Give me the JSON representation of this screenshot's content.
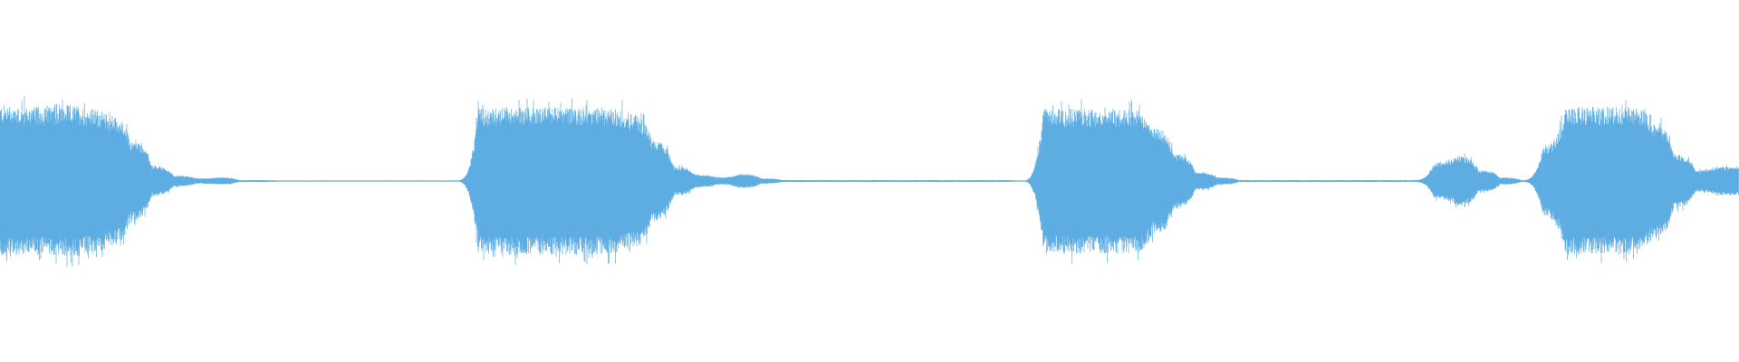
{
  "chart_data": {
    "type": "area",
    "title": "",
    "xlabel": "",
    "ylabel": "",
    "ylim": [
      -1,
      1
    ],
    "grid": false,
    "legend": "none",
    "color": "#5dade2",
    "series": [
      {
        "values": [
          0.42,
          0.41,
          0.41,
          0.42,
          0.4,
          0.36,
          0.22,
          0.08,
          0.03,
          0.015,
          0.02,
          0.005,
          0.005,
          0.0,
          0.003,
          0.003,
          0.003,
          0.003,
          0.003,
          0.003,
          0.003,
          0.003,
          0.4,
          0.41,
          0.41,
          0.41,
          0.41,
          0.41,
          0.4,
          0.37,
          0.22,
          0.08,
          0.035,
          0.02,
          0.04,
          0.015,
          0.005,
          0.005,
          0.005,
          0.005,
          0.005,
          0.005,
          0.005,
          0.005,
          0.005,
          0.005,
          0.005,
          0.0,
          0.4,
          0.4,
          0.4,
          0.4,
          0.4,
          0.3,
          0.15,
          0.05,
          0.02,
          0.005,
          0.005,
          0.005,
          0.005,
          0.005,
          0.005,
          0.005,
          0.005,
          0.005,
          0.1,
          0.14,
          0.06,
          0.02,
          0.005,
          0.2,
          0.41,
          0.41,
          0.41,
          0.41,
          0.32,
          0.15,
          0.06,
          0.08
        ]
      }
    ]
  }
}
